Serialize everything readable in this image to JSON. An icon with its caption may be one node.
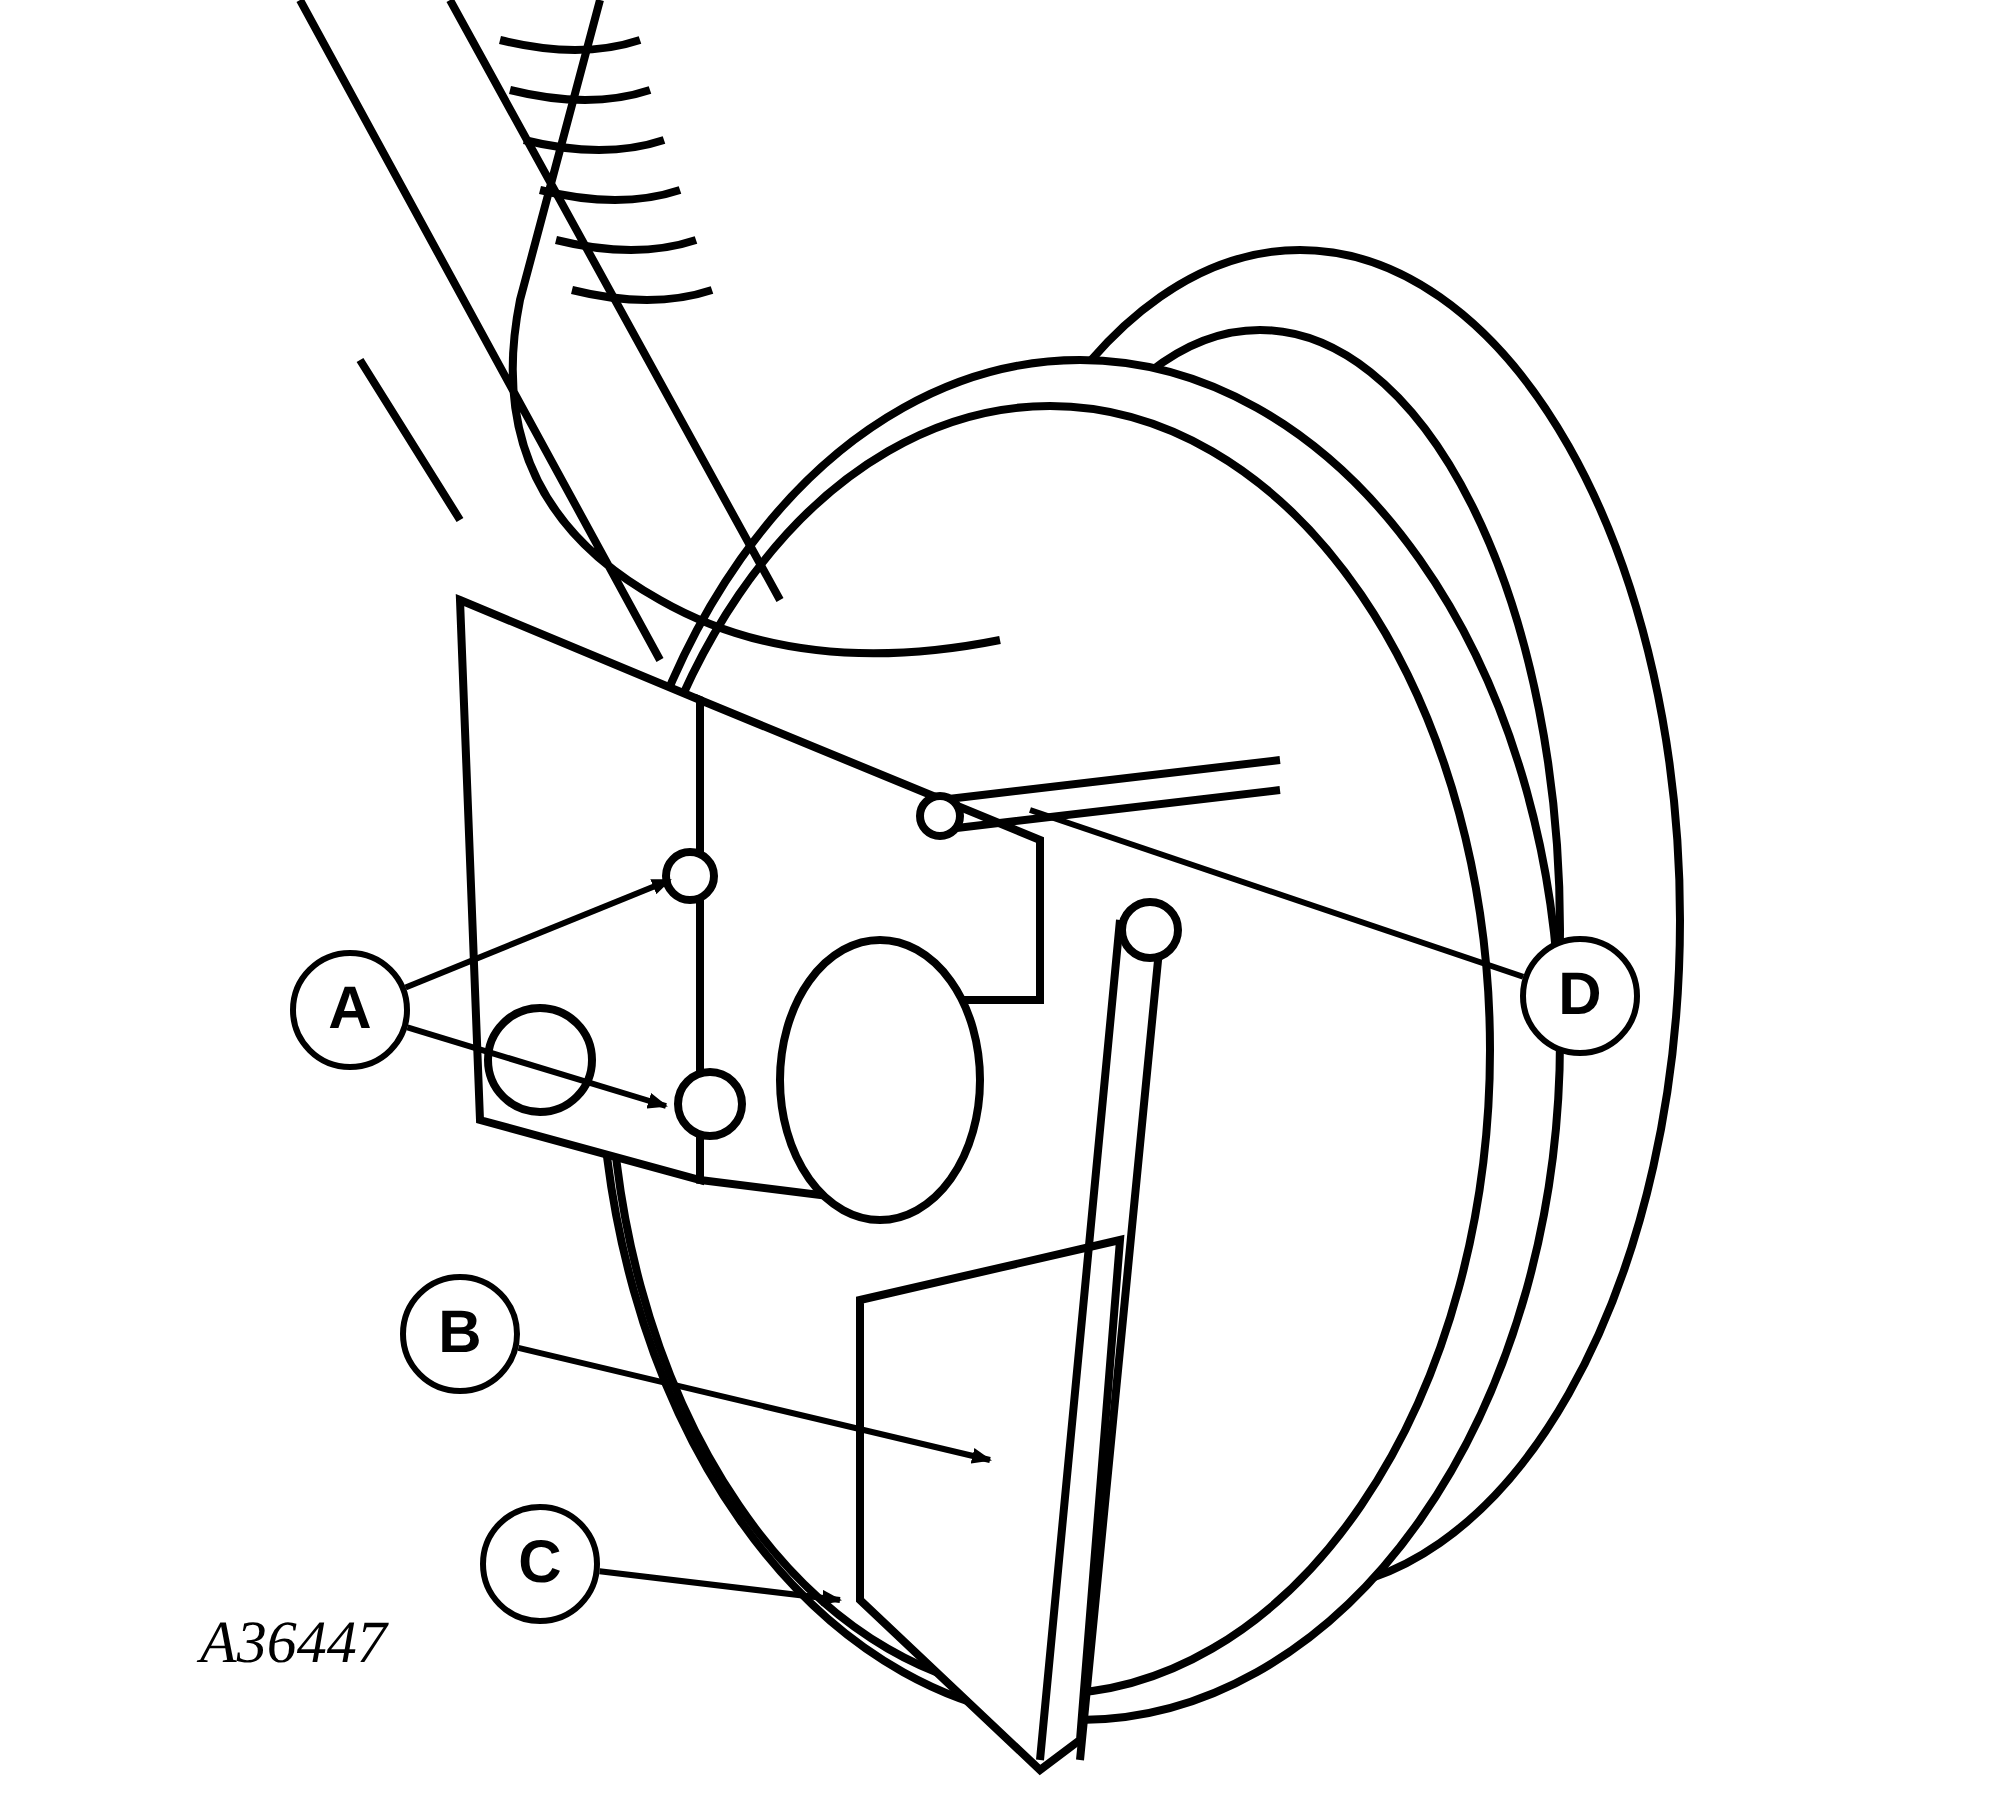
{
  "diagram": {
    "nodes": [
      {
        "text": [
          "A"
        ]
      },
      {
        "text": [
          "B"
        ]
      },
      {
        "text": [
          "C"
        ]
      },
      {
        "text": [
          "D"
        ]
      }
    ],
    "edges": [
      {
        "from": 0,
        "to": null,
        "arrow": "to"
      },
      {
        "from": 0,
        "to": null,
        "arrow": "to"
      },
      {
        "from": 1,
        "to": null,
        "arrow": "to"
      },
      {
        "from": 2,
        "to": null,
        "arrow": "to"
      },
      {
        "from": 3,
        "to": null,
        "arrow": "none"
      }
    ],
    "labels": [
      "A36447"
    ]
  }
}
